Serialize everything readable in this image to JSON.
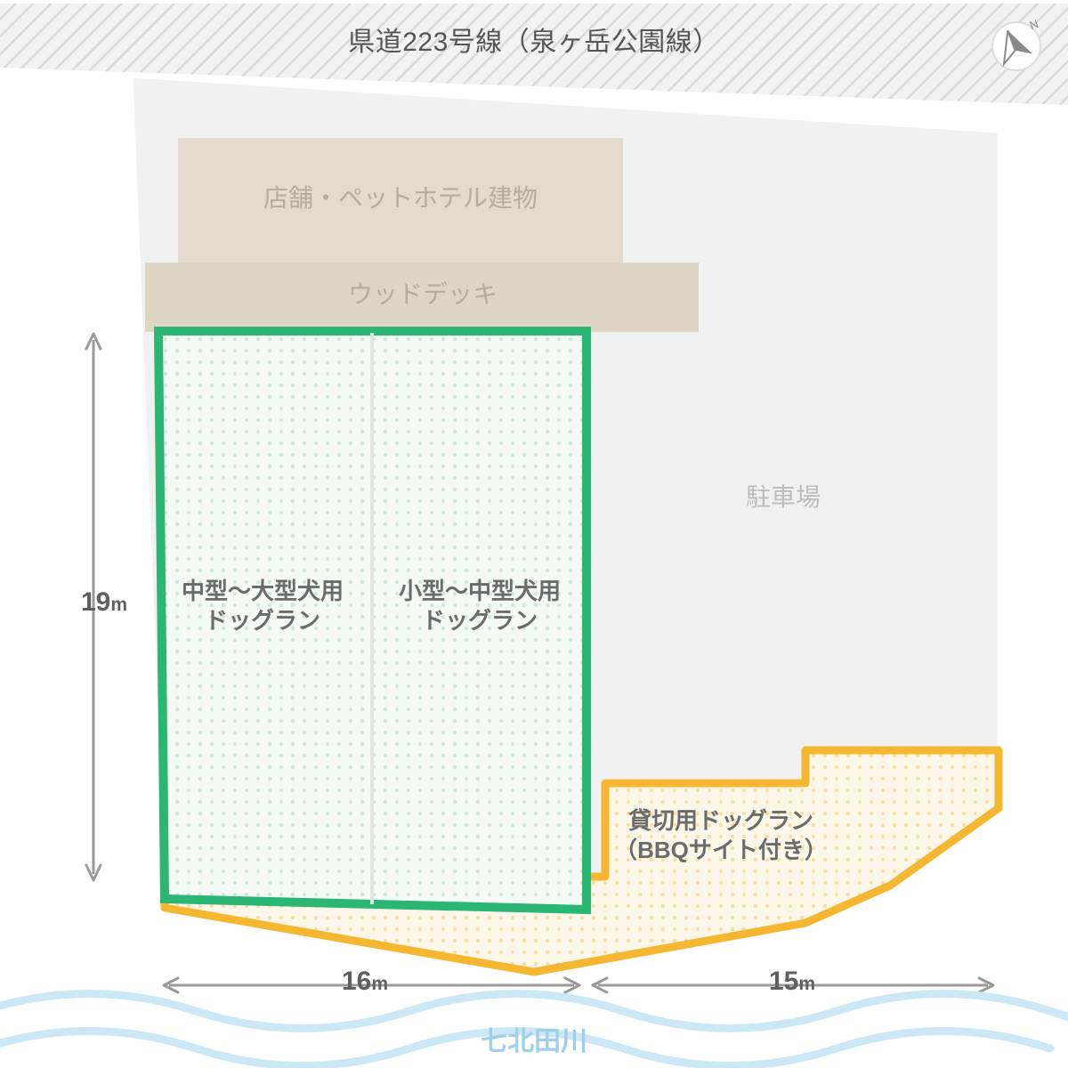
{
  "map": {
    "road": {
      "label": "県道223号線（泉ヶ岳公園線）"
    },
    "compass": {
      "north_label": "N",
      "icon": "compass-icon"
    },
    "river": {
      "label": "七北田川"
    },
    "areas": [
      {
        "id": "building",
        "label": "店舗・ペットホテル建物",
        "color": "#e3dbcb"
      },
      {
        "id": "wood-deck",
        "label": "ウッドデッキ",
        "color": "#ded5c4"
      },
      {
        "id": "parking",
        "label": "駐車場",
        "color": "#f1f1f1"
      },
      {
        "id": "dog-run-large",
        "label_line1": "中型～大型犬用",
        "label_line2": "ドッグラン",
        "color": "#2bb673"
      },
      {
        "id": "dog-run-small",
        "label_line1": "小型～中型犬用",
        "label_line2": "ドッグラン",
        "color": "#2bb673"
      },
      {
        "id": "private-dog-run",
        "label_line1": "貸切用ドッグラン",
        "label_line2": "（BBQサイト付き）",
        "color": "#f5b731"
      }
    ],
    "dimensions": {
      "vertical": {
        "value": "19",
        "unit": "m"
      },
      "horizontal_left": {
        "value": "16",
        "unit": "m"
      },
      "horizontal_right": {
        "value": "15",
        "unit": "m"
      }
    }
  }
}
